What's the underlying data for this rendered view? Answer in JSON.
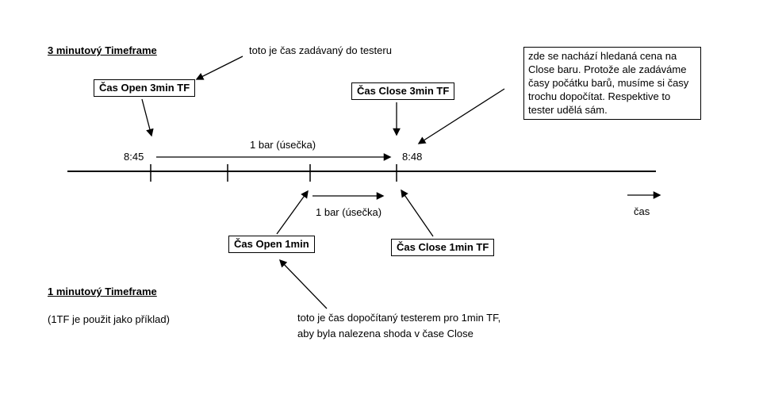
{
  "diagram": {
    "heading_3min": "3 minutový Timeframe",
    "annotation_tester_input": "toto je čas zadávaný do testeru",
    "box_open_3min": "Čas Open 3min TF",
    "box_close_3min": "Čas Close 3min TF",
    "note_close_price": "zde se nachází hledaná cena na Close baru. Protože ale zadáváme časy počátku barů, musíme si časy trochu dopočítat. Respektive to tester udělá sám.",
    "time_open": "8:45",
    "time_close": "8:48",
    "bar_label_3min": "1 bar (úsečka)",
    "bar_label_1min": "1 bar (úsečka)",
    "box_open_1min": "Čas Open 1min",
    "box_close_1min": "Čas Close 1min TF",
    "heading_1min": "1 minutový Timeframe",
    "subnote_1tf": "(1TF je použit jako příklad)",
    "annotation_computed_line1": "toto je čas dopočítaný testerem pro 1min TF,",
    "annotation_computed_line2": "aby byla nalezena shoda v čase Close",
    "axis_label": "čas",
    "line_color": "#000000",
    "background_color": "#ffffff"
  }
}
